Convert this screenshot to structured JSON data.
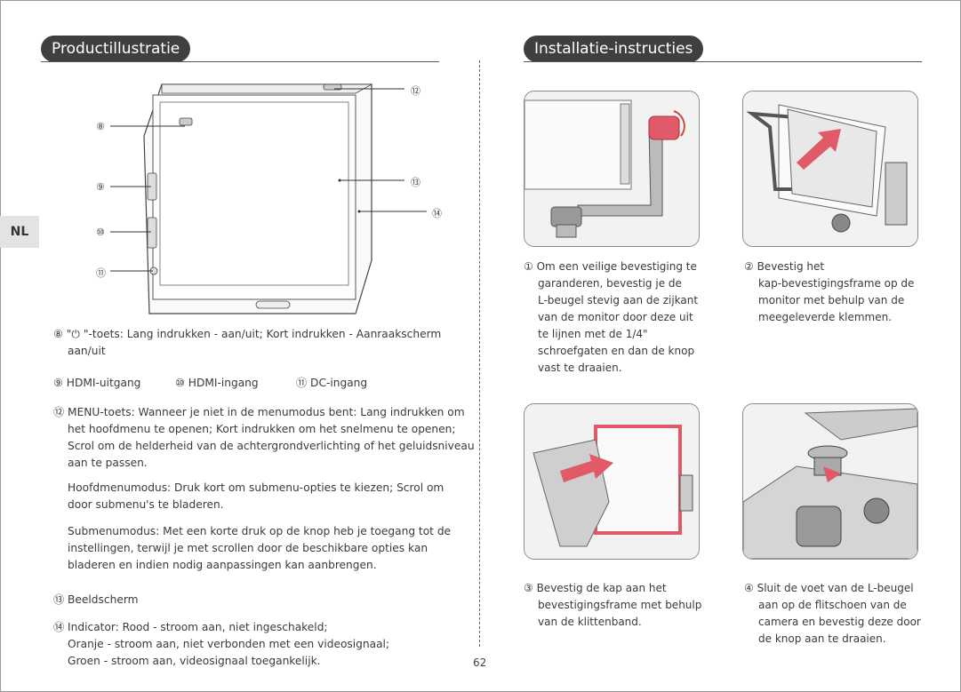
{
  "language_tab": "NL",
  "left": {
    "section_title": "Productillustratie",
    "callouts": [
      "⑧",
      "⑨",
      "⑩",
      "⑪",
      "⑫",
      "⑬",
      "⑭"
    ],
    "descriptions": {
      "d8_line1": "⑧ \"⏻ \"-toets: Lang indrukken - aan/uit; Kort indrukken - Aanraakscherm",
      "d8_line2": "aan/uit",
      "d9": "⑨ HDMI-uitgang",
      "d10": "⑩ HDMI-ingang",
      "d11": "⑪ DC-ingang",
      "d12_line1": "⑫ MENU-toets: Wanneer je niet in de menumodus bent: Lang indrukken om",
      "d12_line2": "het hoofdmenu te openen; Kort indrukken om het snelmenu te openen;",
      "d12_line3": "Scrol om de helderheid van de achtergrondverlichting of het geluidsniveau",
      "d12_line4": "aan te passen.",
      "main_menu_line1": "Hoofdmenumodus: Druk kort om submenu-opties te kiezen; Scrol om",
      "main_menu_line2": "door submenu's te bladeren.",
      "sub_menu_line1": "Submenumodus: Met een korte druk op de knop heb je toegang tot de",
      "sub_menu_line2": "instellingen, terwijl je met scrollen door de beschikbare opties kan",
      "sub_menu_line3": "bladeren en indien nodig aanpassingen kan aanbrengen.",
      "d13": "⑬ Beeldscherm",
      "d14_line1": "⑭ Indicator: Rood - stroom aan, niet ingeschakeld;",
      "d14_line2": "Oranje - stroom aan, niet verbonden met een videosignaal;",
      "d14_line3": "Groen - stroom aan, videosignaal toegankelijk."
    }
  },
  "right": {
    "section_title": "Installatie-instructies",
    "steps": [
      {
        "lines": [
          "① Om een veilige bevestiging te",
          "garanderen, bevestig je de",
          "L-beugel stevig aan de zijkant",
          "van de monitor door deze uit",
          "te lijnen met de 1/4\"",
          "schroefgaten en dan de knop",
          "vast te draaien."
        ]
      },
      {
        "lines": [
          "② Bevestig het",
          "kap-bevestigingsframe op de",
          "monitor met behulp van de",
          "meegeleverde klemmen."
        ]
      },
      {
        "lines": [
          "③ Bevestig de kap aan het",
          "bevestigingsframe met behulp",
          "van de klittenband."
        ]
      },
      {
        "lines": [
          "④ Sluit de voet van de L-beugel",
          "aan op de flitschoen van de",
          "camera en bevestig deze door",
          "de knop aan te draaien."
        ]
      }
    ]
  },
  "page_number": "62",
  "colors": {
    "title_bg": "#3f3f3f",
    "accent_red": "#e05a68",
    "tab_bg": "#e3e3e3"
  }
}
